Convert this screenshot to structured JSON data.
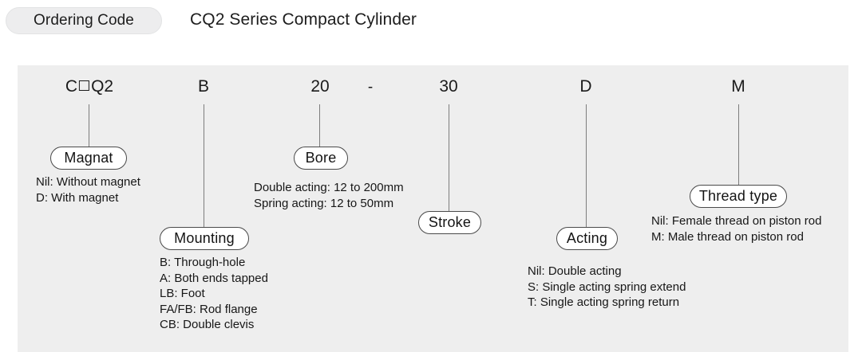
{
  "header": {
    "pill_label": "Ordering Code",
    "title": "CQ2 Series Compact Cylinder"
  },
  "code_row": {
    "tokens": [
      {
        "id": "model",
        "prefix": "C",
        "box": true,
        "suffix": "Q2"
      },
      {
        "id": "mounting",
        "text": "B"
      },
      {
        "id": "bore",
        "text": "20"
      },
      {
        "id": "dash",
        "text": "-"
      },
      {
        "id": "stroke",
        "text": "30"
      },
      {
        "id": "acting",
        "text": "D"
      },
      {
        "id": "thread",
        "text": "M"
      }
    ]
  },
  "callouts": {
    "magnet": {
      "label": "Magnat",
      "lines": [
        "Nil: Without magnet",
        "D: With magnet"
      ]
    },
    "mounting": {
      "label": "Mounting",
      "lines": [
        "B: Through-hole",
        "A: Both ends tapped",
        "LB: Foot",
        "FA/FB: Rod flange",
        "CB: Double clevis"
      ]
    },
    "bore": {
      "label": "Bore",
      "lines": [
        "Double acting: 12 to 200mm",
        "Spring acting: 12 to 50mm"
      ]
    },
    "stroke": {
      "label": "Stroke",
      "lines": []
    },
    "acting": {
      "label": "Acting",
      "lines": [
        "Nil: Double acting",
        "S: Single acting spring extend",
        "T: Single acting spring return"
      ]
    },
    "thread": {
      "label": "Thread type",
      "lines": [
        "Nil: Female thread on piston rod",
        "M: Male thread on piston rod"
      ]
    }
  },
  "colors": {
    "panel_bg": "#eeeeee",
    "pill_bg": "#ededee",
    "line": "#7d7d7d",
    "capsule_border": "#4a4a4a",
    "text": "#1b1b1b"
  }
}
